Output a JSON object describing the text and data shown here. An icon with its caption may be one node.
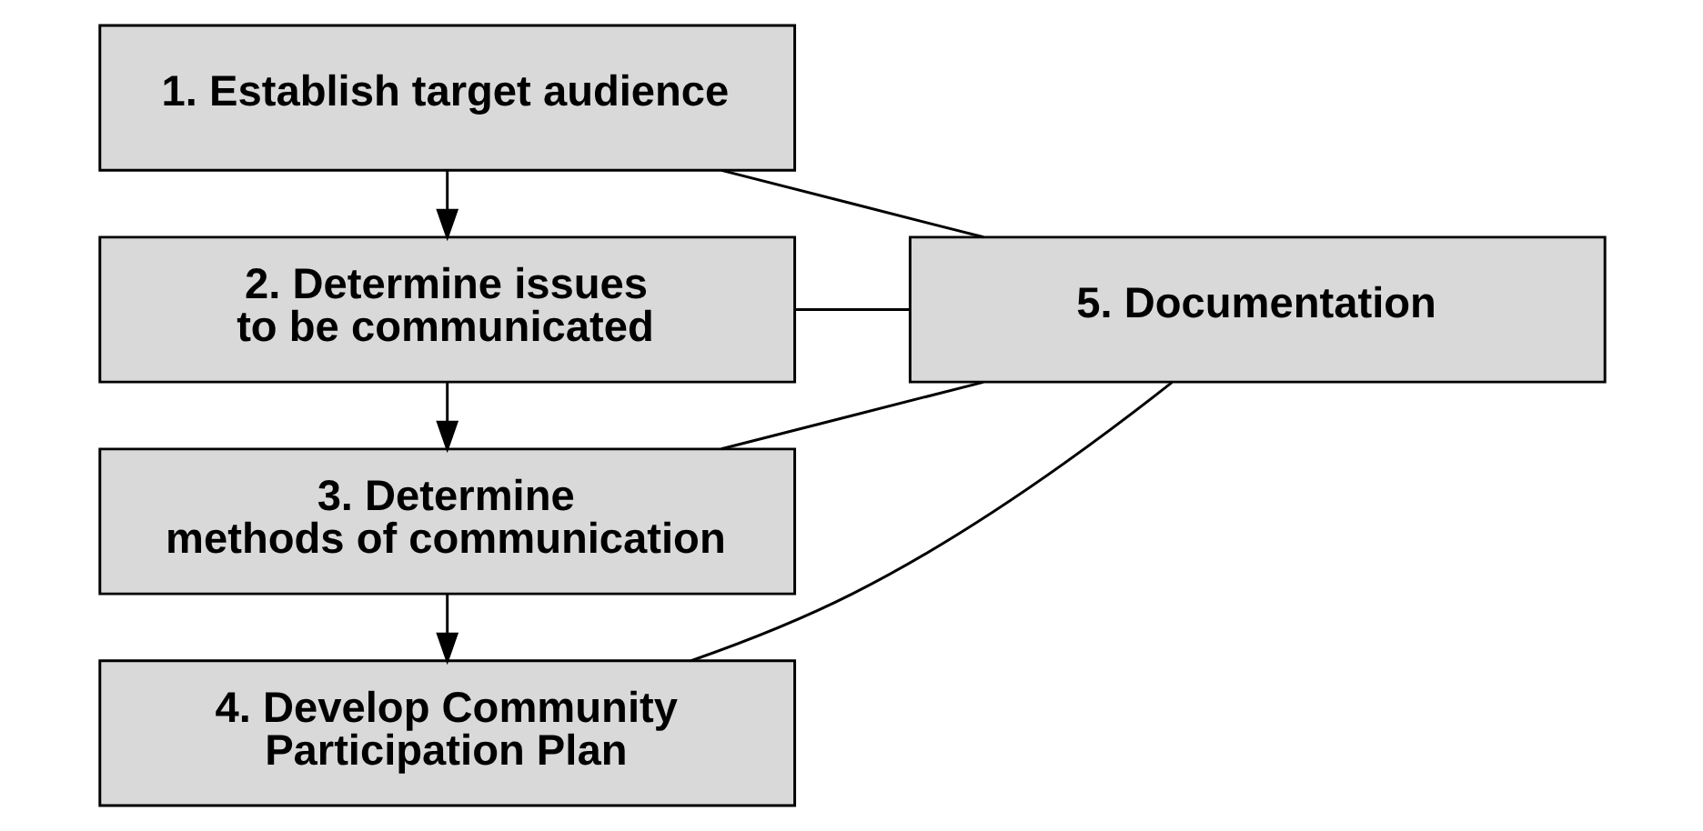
{
  "diagram": {
    "nodes": [
      {
        "text": [
          "1. Establish target audience"
        ]
      },
      {
        "text": [
          "2. Determine issues to be communicated"
        ]
      },
      {
        "text": [
          "3. Determine methods of communication"
        ]
      },
      {
        "text": [
          "4. Develop Community Participation Plan"
        ]
      },
      {
        "text": [
          "5. Documentation"
        ]
      }
    ],
    "edges": [
      {
        "from": 0,
        "to": 1,
        "arrow": "to"
      },
      {
        "from": 1,
        "to": 2,
        "arrow": "to"
      },
      {
        "from": 2,
        "to": 3,
        "arrow": "to"
      },
      {
        "from": 0,
        "to": 4,
        "arrow": "none"
      },
      {
        "from": 1,
        "to": 4,
        "arrow": "none"
      },
      {
        "from": 2,
        "to": 4,
        "arrow": "none"
      },
      {
        "from": 3,
        "to": 4,
        "arrow": "none"
      }
    ]
  }
}
